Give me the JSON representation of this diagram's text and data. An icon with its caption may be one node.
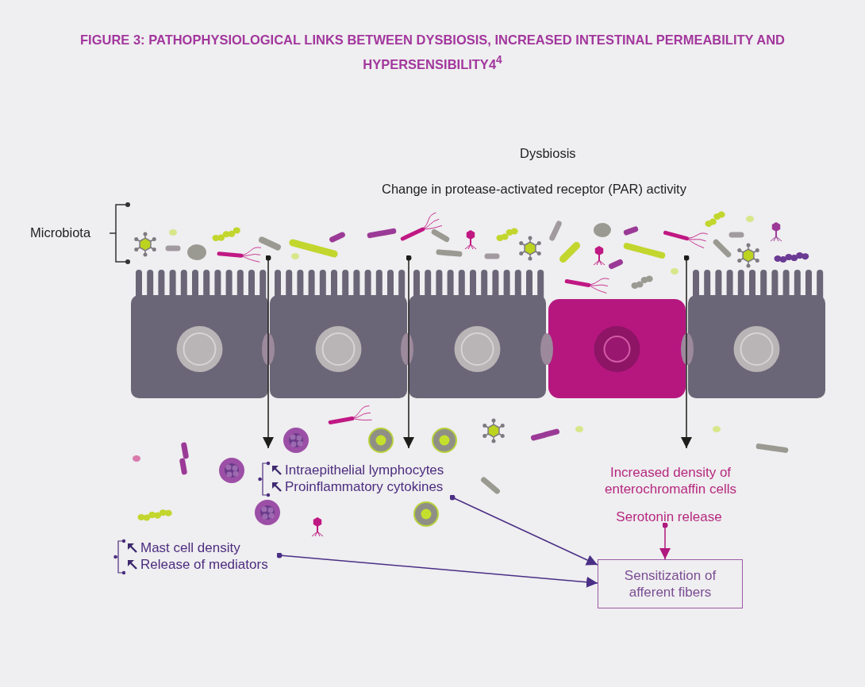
{
  "diagram": {
    "title": "FIGURE 3: PATHOPHYSIOLOGICAL LINKS BETWEEN DYSBIOSIS, INCREASED INTESTINAL PERMEABILITY AND HYPERSENSIBILITY4$^{4}$",
    "nodes": [
      {
        "text": [
          "Intraepithelial lymphocytes",
          "Proinflammatory cytokines"
        ]
      },
      {
        "text": [
          "Mast cell density",
          "Release of mediators"
        ]
      },
      {
        "text": [
          "Increased density of enterochromaffin cells"
        ]
      },
      {
        "text": [
          "Serotonin release"
        ]
      },
      {
        "text": [
          "Sensitization of afferent fibers"
        ]
      }
    ],
    "edges": [
      {
        "from": null,
        "to": 0,
        "arrow": "to",
        "color": "#1d1d1b"
      },
      {
        "from": null,
        "to": 0,
        "arrow": "to",
        "color": "#1d1d1b"
      },
      {
        "from": null,
        "to": 2,
        "arrow": "to",
        "color": "#1d1d1b"
      },
      {
        "from": 0,
        "to": 4,
        "arrow": "to",
        "color": "#4a2f86"
      },
      {
        "from": 1,
        "to": 4,
        "arrow": "to",
        "color": "#4a2f86"
      },
      {
        "from": 3,
        "to": 4,
        "arrow": "to",
        "color": "#b0197e"
      }
    ],
    "labels": [
      "Dysbiosis",
      "Change in protease-activated receptor (PAR) activity",
      "Microbiota"
    ]
  }
}
